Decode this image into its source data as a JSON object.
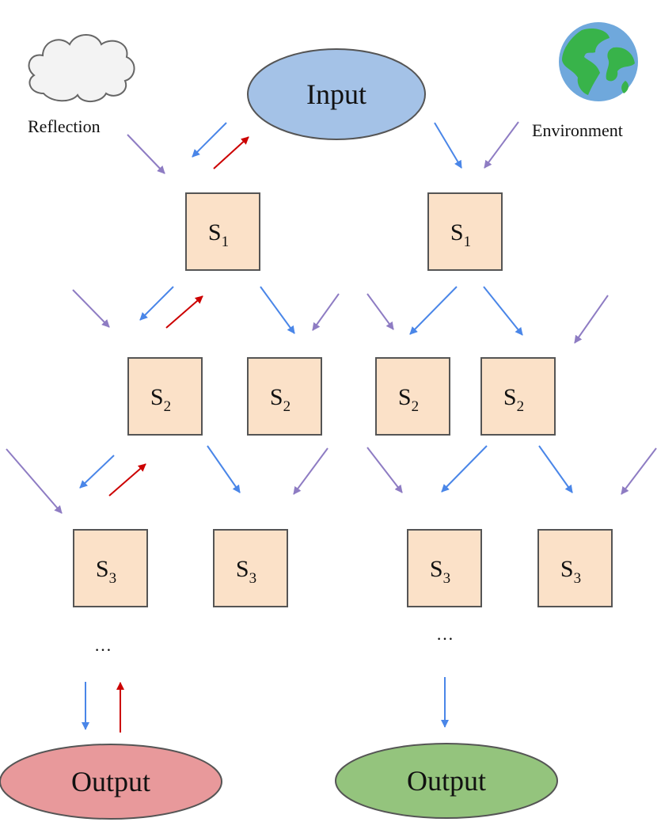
{
  "labels": {
    "input": "Input",
    "output_left": "Output",
    "output_right": "Output",
    "reflection": "Reflection",
    "environment": "Environment",
    "ellipsis_left": "…",
    "ellipsis_right": "…"
  },
  "states": {
    "letter": "S",
    "s1": "1",
    "s2": "2",
    "s3": "3"
  },
  "icons": {
    "cloud": "cloud-icon",
    "globe": "globe-icon"
  },
  "colors": {
    "input_fill": "#a4c2e7",
    "output_left_fill": "#e8999b",
    "output_right_fill": "#94c47d",
    "box_fill": "#fbe1c8",
    "box_stroke": "#555555",
    "arrow_blue": "#4a86e8",
    "arrow_red": "#cc0000",
    "arrow_purple": "#8e7cc3"
  }
}
